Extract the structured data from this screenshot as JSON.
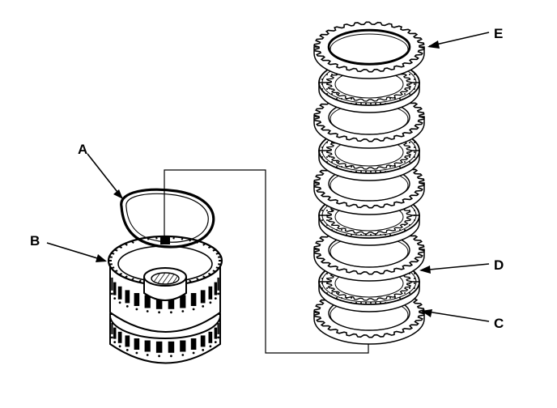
{
  "labels": {
    "a": "A",
    "b": "B",
    "c": "C",
    "d": "D",
    "e": "E"
  },
  "colors": {
    "ink": "#000000",
    "paper": "#ffffff",
    "shade": "#555555"
  },
  "plate_stack": {
    "order_top_to_bottom": [
      "steel",
      "friction",
      "steel",
      "friction",
      "steel",
      "friction",
      "steel",
      "friction",
      "steel"
    ]
  }
}
